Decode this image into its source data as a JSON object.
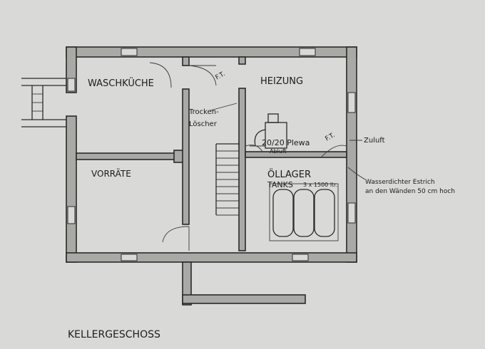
{
  "title": "KELLERGESCHOSS",
  "rooms": {
    "waschkueche": "WASCHKÜCHE",
    "vorraete": "VORRÄTE",
    "heizung": "HEIZUNG",
    "oellager_line1": "ÖLLAGER",
    "oellager_line2": "TANKS",
    "tank_capacity": "3 x 1500 ltr."
  },
  "annotations": {
    "fire_door_1": "F.T.",
    "fire_door_2": "F.T.",
    "extinguisher_line1": "Trocken-",
    "extinguisher_line2": "Löscher",
    "boiler": "20/20 Plewa",
    "exhaust": "Abluft",
    "supply_air": "Zuluft",
    "screed_line1": "Wasserdichter Estrich",
    "screed_line2": "an den Wänden 50 cm hoch"
  },
  "tanks": {
    "count": 3
  },
  "colors": {
    "paper": "#d9d9d7",
    "wall_fill": "#a9a9a6",
    "ink": "#1c1c1c"
  }
}
